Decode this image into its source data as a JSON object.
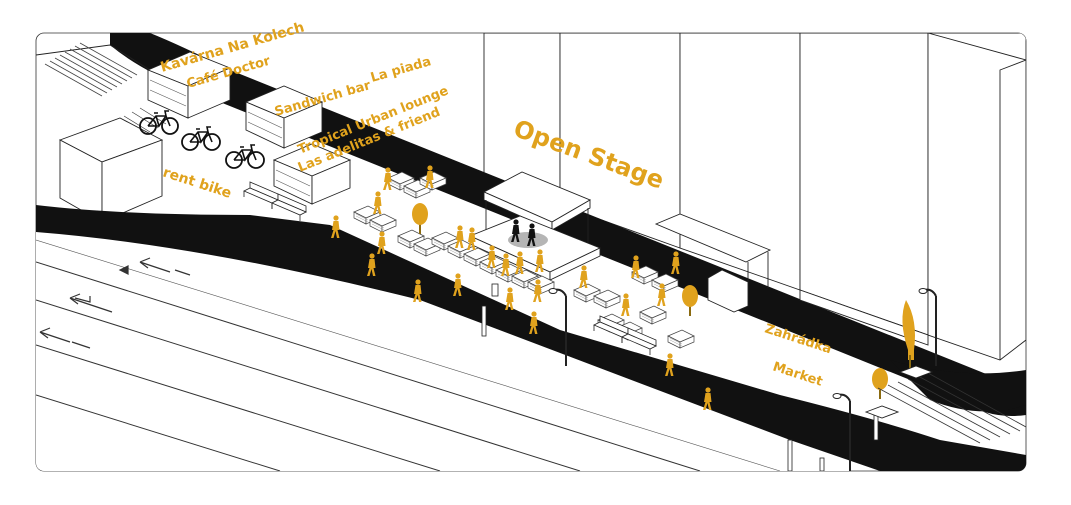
{
  "labels": {
    "kavarna": "Kavárna Na Kolech",
    "cafe": "Café Doctor",
    "sandwich": "Sandwich bar",
    "piada": "La piada",
    "tropical": "Tropical Urban lounge",
    "adelitas": "Las adelitas & friend",
    "rent_bike": "rent bike",
    "open_stage": "Open Stage",
    "zahradka": "Zahrádka",
    "market": "Market"
  },
  "colors": {
    "accent": "#e0a21d",
    "road": "#111111",
    "line": "#222222",
    "background": "#ffffff"
  },
  "icons": {
    "bicycle": "bicycle-icon",
    "pedestrian": "pedestrian-icon",
    "tree": "tree-icon",
    "bench": "bench-icon",
    "street_lamp": "street-lamp-icon",
    "bollard": "bollard-icon",
    "lane_arrow": "lane-arrow-icon"
  }
}
